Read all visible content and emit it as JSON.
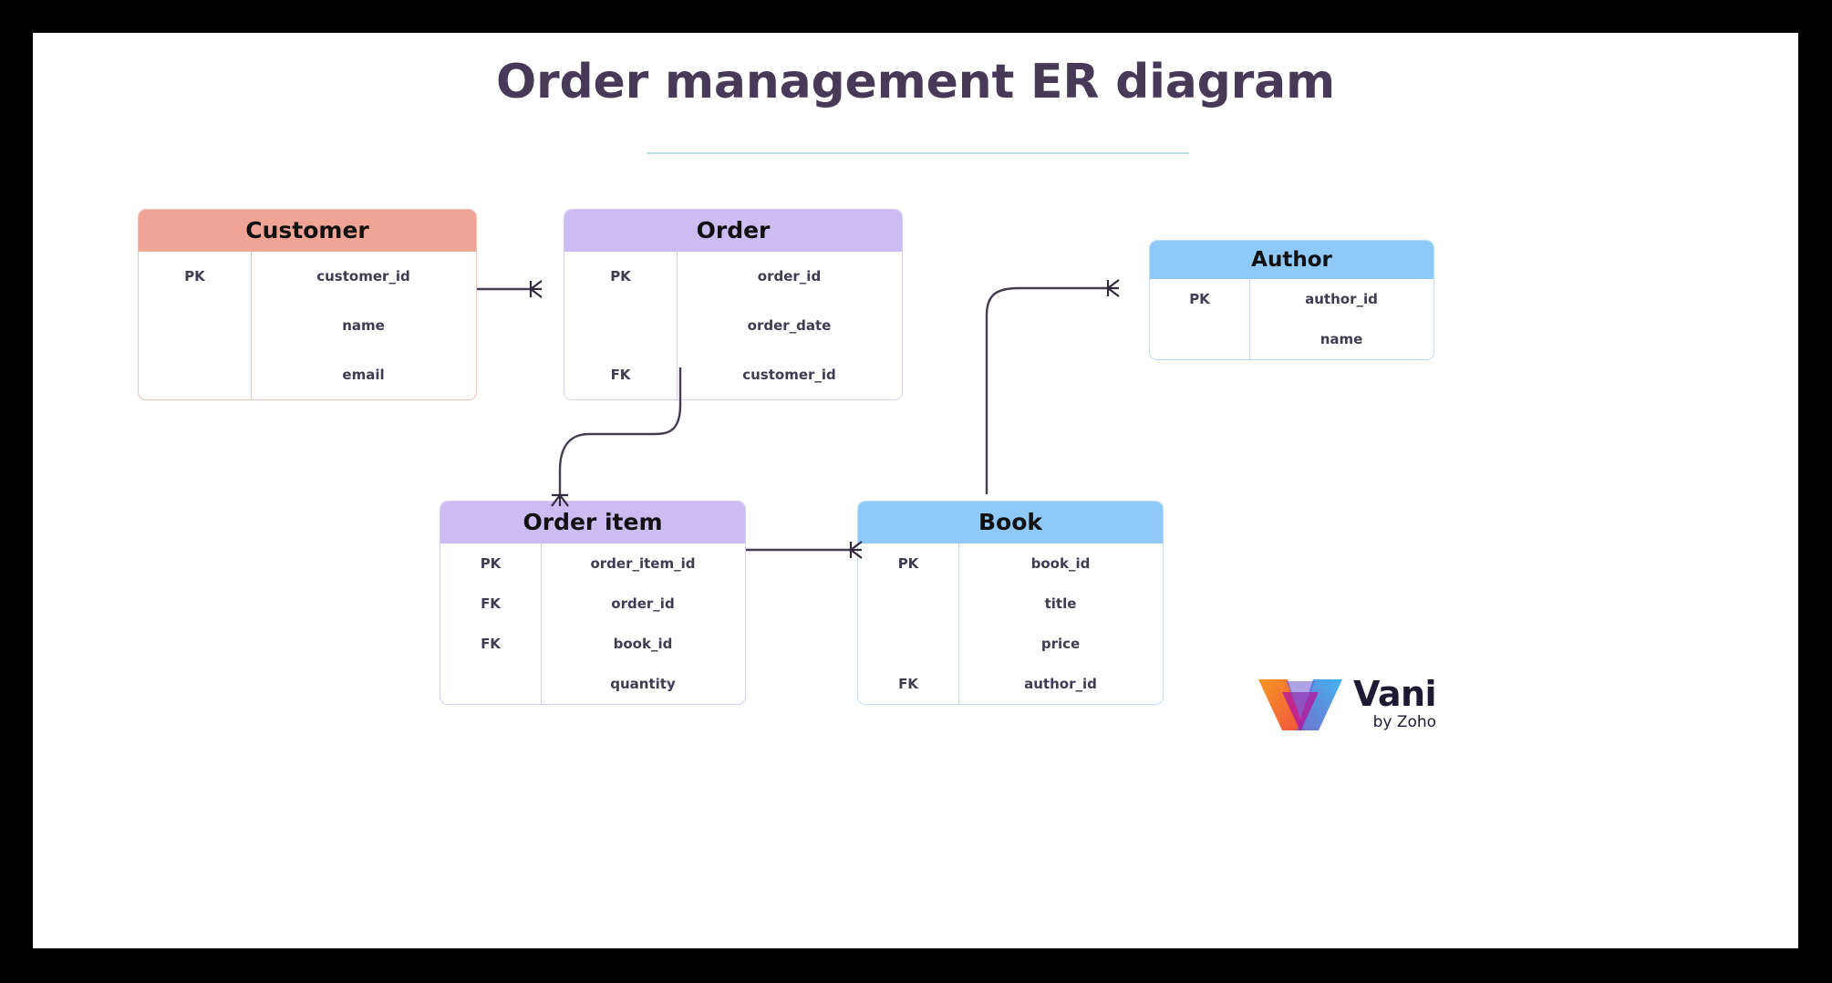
{
  "title": "Order management ER diagram",
  "colors": {
    "title": "#473a58",
    "rule": "#bedcf2",
    "customer_header": "#f0a495",
    "order_header": "#cbbcf2",
    "author_header": "#8fc9f7",
    "book_header": "#8fc9f7",
    "orderitem_header": "#cbbcf2",
    "connector": "#463c52",
    "canvas": "#ffffff",
    "frame": "#000000"
  },
  "tables": {
    "customer": {
      "name": "Customer",
      "rows": [
        {
          "key": "PK",
          "attr": "customer_id"
        },
        {
          "key": "",
          "attr": "name"
        },
        {
          "key": "",
          "attr": "email"
        }
      ]
    },
    "order": {
      "name": "Order",
      "rows": [
        {
          "key": "PK",
          "attr": "order_id"
        },
        {
          "key": "",
          "attr": "order_date"
        },
        {
          "key": "FK",
          "attr": "customer_id"
        }
      ]
    },
    "author": {
      "name": "Author",
      "rows": [
        {
          "key": "PK",
          "attr": "author_id"
        },
        {
          "key": "",
          "attr": "name"
        }
      ]
    },
    "orderitem": {
      "name": "Order item",
      "rows": [
        {
          "key": "PK",
          "attr": "order_item_id"
        },
        {
          "key": "FK",
          "attr": "order_id"
        },
        {
          "key": "FK",
          "attr": "book_id"
        },
        {
          "key": "",
          "attr": "quantity"
        }
      ]
    },
    "book": {
      "name": "Book",
      "rows": [
        {
          "key": "PK",
          "attr": "book_id"
        },
        {
          "key": "",
          "attr": "title"
        },
        {
          "key": "",
          "attr": "price"
        },
        {
          "key": "FK",
          "attr": "author_id"
        }
      ]
    }
  },
  "relationships": [
    {
      "from": "Customer",
      "to": "Order",
      "notation": "one-to-many"
    },
    {
      "from": "Order",
      "to": "Order item",
      "notation": "one-to-many"
    },
    {
      "from": "Order item",
      "to": "Book",
      "notation": "one-to-many"
    },
    {
      "from": "Book",
      "to": "Author",
      "notation": "one-to-many"
    }
  ],
  "logo": {
    "wordmark": "Vani",
    "byline": "by Zoho"
  }
}
